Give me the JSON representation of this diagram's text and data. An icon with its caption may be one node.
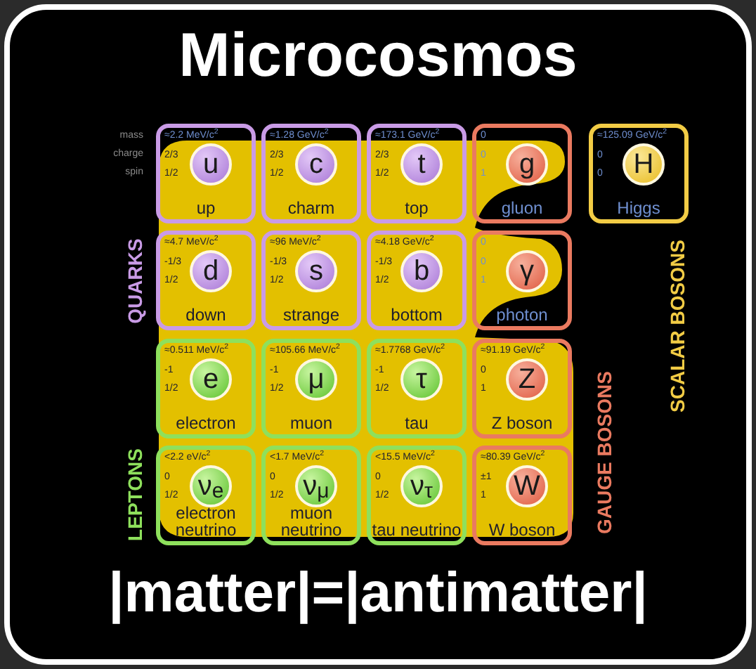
{
  "diagram": {
    "title": "Microcosmos",
    "nodes": [
      {
        "text": [
          "≈2.2 MeV/c$^{2}$",
          "2/3",
          "1/2",
          "u",
          "up"
        ]
      },
      {
        "text": [
          "≈1.28 GeV/c$^{2}$",
          "2/3",
          "1/2",
          "c",
          "charm"
        ]
      },
      {
        "text": [
          "≈173.1 GeV/c$^{2}$",
          "2/3",
          "1/2",
          "t",
          "top"
        ]
      },
      {
        "text": [
          "0",
          "0",
          "1",
          "g",
          "gluon"
        ]
      },
      {
        "text": [
          "≈125.09 GeV/c$^{2}$",
          "0",
          "0",
          "H",
          "Higgs"
        ]
      },
      {
        "text": [
          "≈4.7 MeV/c$^{2}$",
          "-1/3",
          "1/2",
          "d",
          "down"
        ]
      },
      {
        "text": [
          "≈96 MeV/c$^{2}$",
          "-1/3",
          "1/2",
          "s",
          "strange"
        ]
      },
      {
        "text": [
          "≈4.18 GeV/c$^{2}$",
          "-1/3",
          "1/2",
          "b",
          "bottom"
        ]
      },
      {
        "text": [
          "0",
          "0",
          "1",
          "γ",
          "photon"
        ]
      },
      {
        "text": [
          "≈0.511 MeV/c$^{2}$",
          "-1",
          "1/2",
          "e",
          "electron"
        ]
      },
      {
        "text": [
          "≈105.66 MeV/c$^{2}$",
          "-1",
          "1/2",
          "μ",
          "muon"
        ]
      },
      {
        "text": [
          "≈1.7768 GeV/c$^{2}$",
          "-1",
          "1/2",
          "τ",
          "tau"
        ]
      },
      {
        "text": [
          "≈91.19 GeV/c$^{2}$",
          "0",
          "1",
          "Z",
          "Z boson"
        ]
      },
      {
        "text": [
          "<2.2 eV/c$^{2}$",
          "0",
          "1/2",
          "ν$_{e}$",
          "electron neutrino"
        ]
      },
      {
        "text": [
          "<1.7 MeV/c$^{2}$",
          "0",
          "1/2",
          "ν$_{μ}$",
          "muon neutrino"
        ]
      },
      {
        "text": [
          "<15.5 MeV/c$^{2}$",
          "0",
          "1/2",
          "ν$_{τ}$",
          "tau neutrino"
        ]
      },
      {
        "text": [
          "≈80.39 GeV/c$^{2}$",
          "±1",
          "1",
          "W",
          "W boson"
        ]
      }
    ],
    "labels": [
      "mass",
      "charge",
      "spin",
      "QUARKS",
      "SCALAR BOSONS",
      "GAUGE BOSONS",
      "LEPTONS",
      "|matter|=|antimatter|"
    ]
  }
}
